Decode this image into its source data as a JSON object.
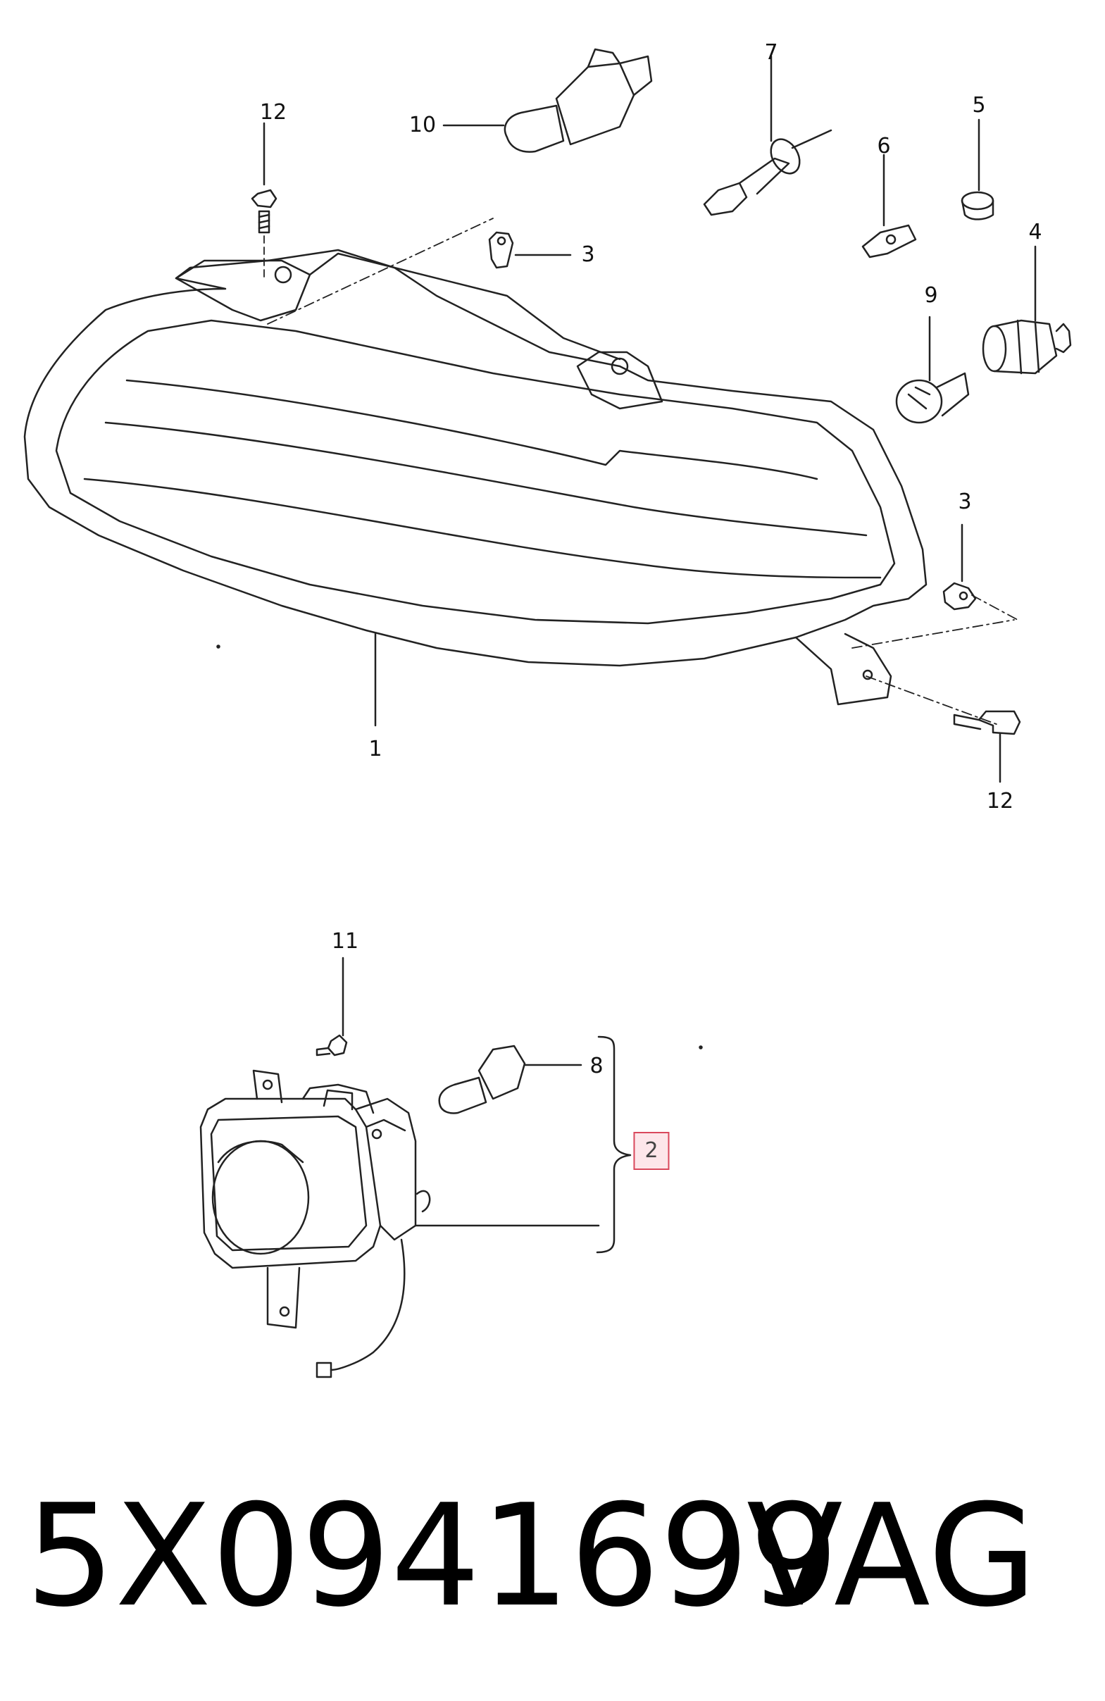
{
  "diagram": {
    "callouts": [
      {
        "id": "c12a",
        "label": "12"
      },
      {
        "id": "c10",
        "label": "10"
      },
      {
        "id": "c7",
        "label": "7"
      },
      {
        "id": "c5",
        "label": "5"
      },
      {
        "id": "c6",
        "label": "6"
      },
      {
        "id": "c3a",
        "label": "3"
      },
      {
        "id": "c4",
        "label": "4"
      },
      {
        "id": "c9",
        "label": "9"
      },
      {
        "id": "c3b",
        "label": "3"
      },
      {
        "id": "c1",
        "label": "1"
      },
      {
        "id": "c12b",
        "label": "12"
      },
      {
        "id": "c11",
        "label": "11"
      },
      {
        "id": "c8",
        "label": "8"
      },
      {
        "id": "c2",
        "label": "2",
        "highlighted": true
      }
    ],
    "highlight_color": "#d9485c"
  },
  "caption": {
    "part_number": "5X0941699",
    "brand": "VAG"
  }
}
